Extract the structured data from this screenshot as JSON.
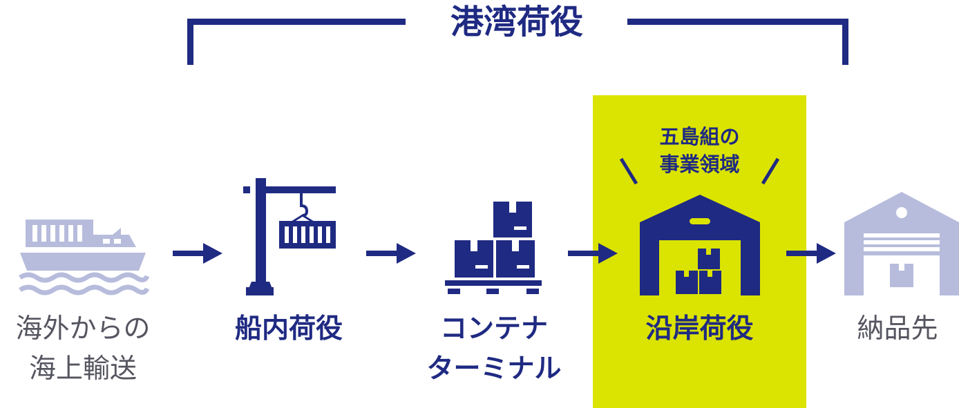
{
  "title": "港湾荷役",
  "highlight_tag": {
    "line1": "五島組の",
    "line2": "事業領域"
  },
  "steps": [
    {
      "id": "sea",
      "lines": [
        "海外からの",
        "海上輸送"
      ],
      "icon": "cargo-ship-icon"
    },
    {
      "id": "ship",
      "lines": [
        "船内荷役"
      ],
      "icon": "crane-icon"
    },
    {
      "id": "container",
      "lines": [
        "コンテナ",
        "ターミナル"
      ],
      "icon": "pallet-boxes-icon"
    },
    {
      "id": "coastal",
      "lines": [
        "沿岸荷役"
      ],
      "icon": "warehouse-icon"
    },
    {
      "id": "delivery",
      "lines": [
        "納品先"
      ],
      "icon": "delivery-warehouse-icon"
    }
  ],
  "colors": {
    "navy": "#1f2a82",
    "lavender": "#b7bcdc",
    "lime": "#dbe300",
    "gray_text": "#555560"
  }
}
